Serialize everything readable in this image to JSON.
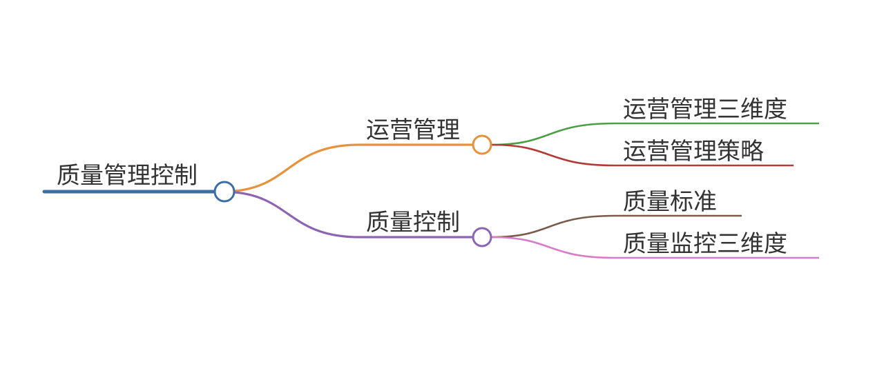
{
  "mindmap": {
    "root": {
      "label": "质量管理控制",
      "color": "#3a6ea5"
    },
    "branches": [
      {
        "label": "运营管理",
        "color": "#e8913a",
        "children": [
          {
            "label": "运营管理三维度",
            "color": "#4c9e44"
          },
          {
            "label": "运营管理策略",
            "color": "#b23a34"
          }
        ]
      },
      {
        "label": "质量控制",
        "color": "#8e63b3",
        "children": [
          {
            "label": "质量标准",
            "color": "#7a5a4a"
          },
          {
            "label": "质量监控三维度",
            "color": "#d77cc8"
          }
        ]
      }
    ]
  }
}
